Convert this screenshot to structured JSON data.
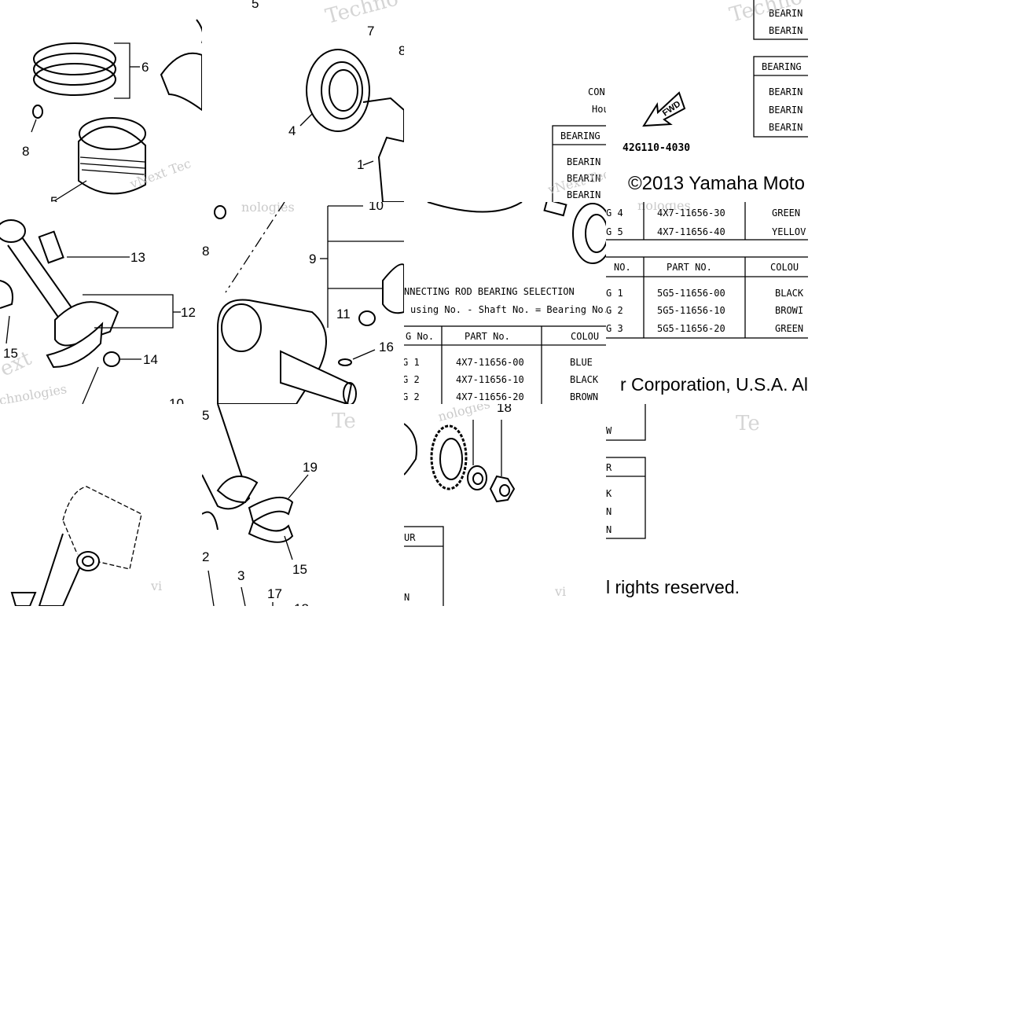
{
  "callouts": {
    "c1": "1",
    "c2": "2",
    "c3": "3",
    "c4": "4",
    "c5": "5",
    "c5b": "5",
    "c5c": "5",
    "c6": "6",
    "c7": "7",
    "c8a": "8",
    "c8b": "8",
    "c8c": "8",
    "c9": "9",
    "c10": "10",
    "c10b": "10",
    "c11": "11",
    "c12": "12",
    "c13": "13",
    "c14": "14",
    "c15a": "15",
    "c15b": "15",
    "c16": "16",
    "c17": "17",
    "c18": "18",
    "c18b": "18",
    "c19": "19"
  },
  "selection": {
    "con_frag": "CON",
    "hou_frag": "Hou",
    "title": "NNECTING ROD BEARING SELECTION",
    "formula": "using No. - Shaft No. = Bearing No.",
    "headers": {
      "no": "G No.",
      "part": "PART No.",
      "colour": "COLOU"
    },
    "rows": [
      {
        "no": "G 1",
        "part": "4X7-11656-00",
        "colour": "BLUE"
      },
      {
        "no": "G 2",
        "part": "4X7-11656-10",
        "colour": "BLACK"
      },
      {
        "no": "G 2",
        "part": "4X7-11656-20",
        "colour": "BROWN"
      }
    ],
    "colour_frag": "UR",
    "row_frag": "N"
  },
  "bearing_frag": {
    "header": "BEARING",
    "rows": [
      "BEARIN",
      "BEARIN",
      "BEARIN"
    ],
    "mid": "BEARIN"
  },
  "right_table_top": {
    "rows_top": [
      "BEARIN",
      "BEARIN"
    ],
    "header": "BEARING",
    "rows": [
      "BEARIN",
      "BEARIN",
      "BEARIN"
    ]
  },
  "right_table_mid": {
    "rows_top": [
      {
        "no": "G 4",
        "part": "4X7-11656-30",
        "colour": "GREEN"
      },
      {
        "no": "G 5",
        "part": "4X7-11656-40",
        "colour": "YELLOV"
      }
    ],
    "headers": {
      "no": "NO.",
      "part": "PART NO.",
      "colour": "COLOU"
    },
    "rows": [
      {
        "no": "G 1",
        "part": "5G5-11656-00",
        "colour": "BLACK"
      },
      {
        "no": "G 2",
        "part": "5G5-11656-10",
        "colour": "BROWI"
      },
      {
        "no": "G 3",
        "part": "5G5-11656-20",
        "colour": "GREEN"
      }
    ]
  },
  "right_table_bottom": {
    "frag_w": "W",
    "header": "R",
    "rows": [
      "K",
      "N",
      "N"
    ]
  },
  "diagram_code": "42G110-4030",
  "fwd_label": "FWD",
  "copyright": {
    "line1": "©2013 Yamaha Moto",
    "line2": "r Corporation, U.S.A. All",
    "line3": "l rights reserved."
  },
  "watermarks": {
    "tech": "Techno",
    "tech_short": "Te",
    "vnext": "vNext Tec",
    "nologies": "nologies",
    "ext": "ext",
    "chnologies": "chnologies",
    "vi": "vi"
  }
}
